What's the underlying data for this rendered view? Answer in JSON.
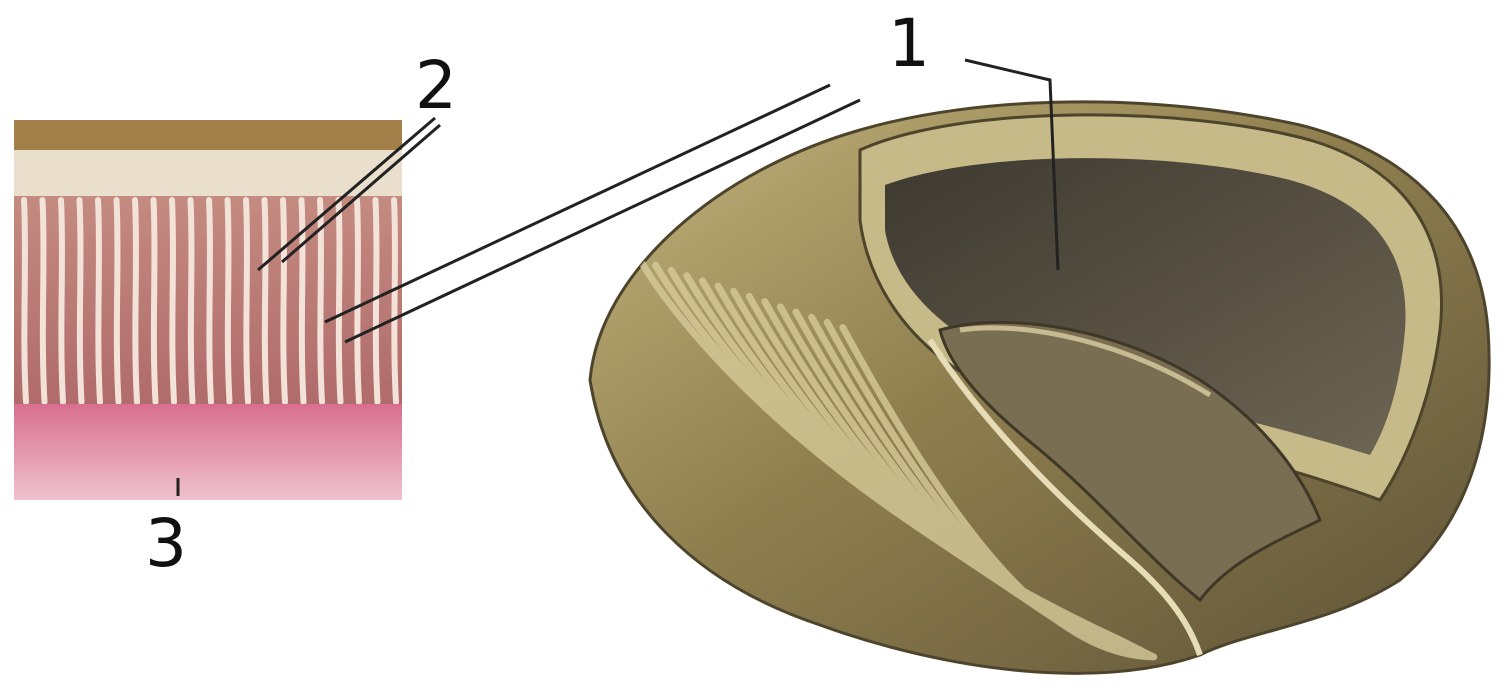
{
  "diagram": {
    "labels": [
      {
        "id": "label-1",
        "text": "1"
      },
      {
        "id": "label-2",
        "text": "2"
      },
      {
        "id": "label-3",
        "text": "3"
      }
    ]
  },
  "colors": {
    "background": "#ffffff",
    "tissue_top_band": "#a07e48",
    "tissue_cuticle": "#e8ddc7",
    "tissue_cells": "#b97a6f",
    "tissue_cell_walls": "#f4e1d6",
    "tissue_base": "#d7849a",
    "shell_outer": "#8a7a4a",
    "shell_ridge": "#c9be8c",
    "shell_inner": "#5c5444",
    "leader_line": "#222222"
  }
}
